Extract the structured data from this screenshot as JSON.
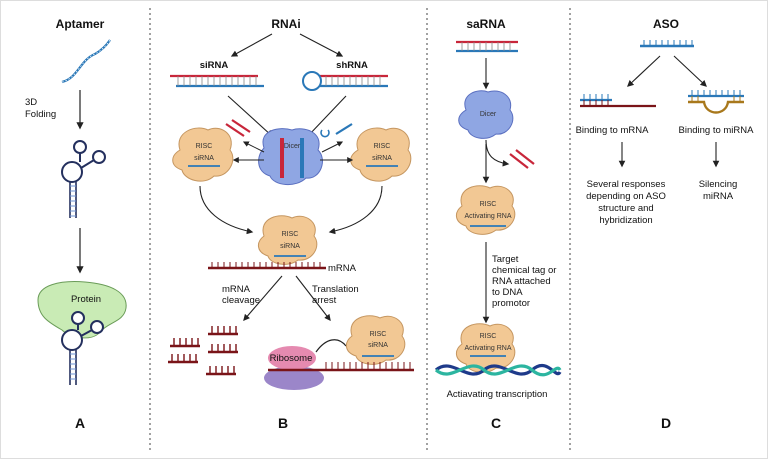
{
  "panels": {
    "a": {
      "title": "Aptamer",
      "folding_label_1": "3D",
      "folding_label_2": "Folding",
      "protein_label": "Protein",
      "letter": "A"
    },
    "b": {
      "title": "RNAi",
      "sirna_label": "siRNA",
      "shrna_label": "shRNA",
      "dicer_label": "Dicer",
      "risc_label": "RISC",
      "risc_sirna_label": "siRNA",
      "mrna_label": "mRNA",
      "cleavage_1": "mRNA",
      "cleavage_2": "cleavage",
      "arrest_1": "Translation",
      "arrest_2": "arrest",
      "ribosome_label": "Ribosome",
      "letter": "B"
    },
    "c": {
      "title": "saRNA",
      "dicer_label": "Dicer",
      "risc_label": "RISC",
      "activating_label": "Activating RNA",
      "target_lines": [
        "Target",
        "chemical tag or",
        "RNA attached",
        "to DNA",
        "promotor"
      ],
      "transcription_label": "Actiavating transcription",
      "letter": "C"
    },
    "d": {
      "title": "ASO",
      "binding_mrna": "Binding to mRNA",
      "binding_mirna": "Binding to miRNA",
      "responses_lines": [
        "Several responses",
        "depending on ASO",
        "structure and",
        "hybridization"
      ],
      "silencing_lines": [
        "Silencing",
        "miRNA"
      ],
      "letter": "D"
    }
  },
  "colors": {
    "rna_red": "#c8263a",
    "rna_blue": "#2a78b8",
    "mrna_dark": "#7a1418",
    "risc_fill": "#f2c894",
    "dicer_fill": "#8fa6e3",
    "protein_fill": "#c9ebb5",
    "ribosome_pink": "#e58ab0",
    "ribosome_purple": "#9b86c9",
    "aso_gold": "#a8781c",
    "dna_navy": "#1e3a8a",
    "dna_teal": "#2cb5a0"
  }
}
